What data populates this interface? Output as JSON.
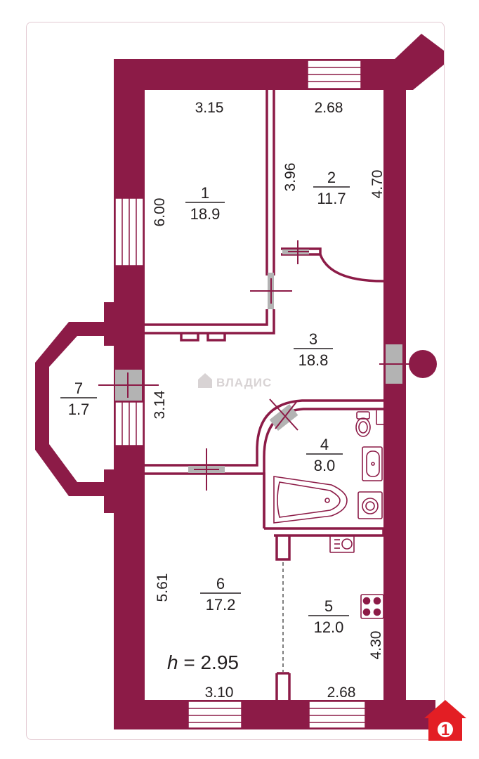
{
  "colors": {
    "wall": "#8c1b47",
    "window": "#ffffff",
    "door": "#b3b3b3",
    "line": "#231f20",
    "brand": "#e31e24"
  },
  "rooms": [
    {
      "number": "1",
      "area": "18.9"
    },
    {
      "number": "2",
      "area": "11.7"
    },
    {
      "number": "3",
      "area": "18.8"
    },
    {
      "number": "4",
      "area": "8.0"
    },
    {
      "number": "5",
      "area": "12.0"
    },
    {
      "number": "6",
      "area": "17.2"
    },
    {
      "number": "7",
      "area": "1.7"
    }
  ],
  "dimensions": {
    "room1_width": "3.15",
    "room1_length": "6.00",
    "room2_width": "2.68",
    "room2_length": "4.70",
    "corridor_wall": "3.96",
    "room7_length": "3.14",
    "room6_length": "5.61",
    "room6_width": "3.10",
    "room5_width": "2.68",
    "room5_length": "4.30"
  },
  "ceiling_height": {
    "symbol": "h",
    "text": " = 2.95"
  },
  "watermark": "ВЛАДИС",
  "logo_digit": "1"
}
